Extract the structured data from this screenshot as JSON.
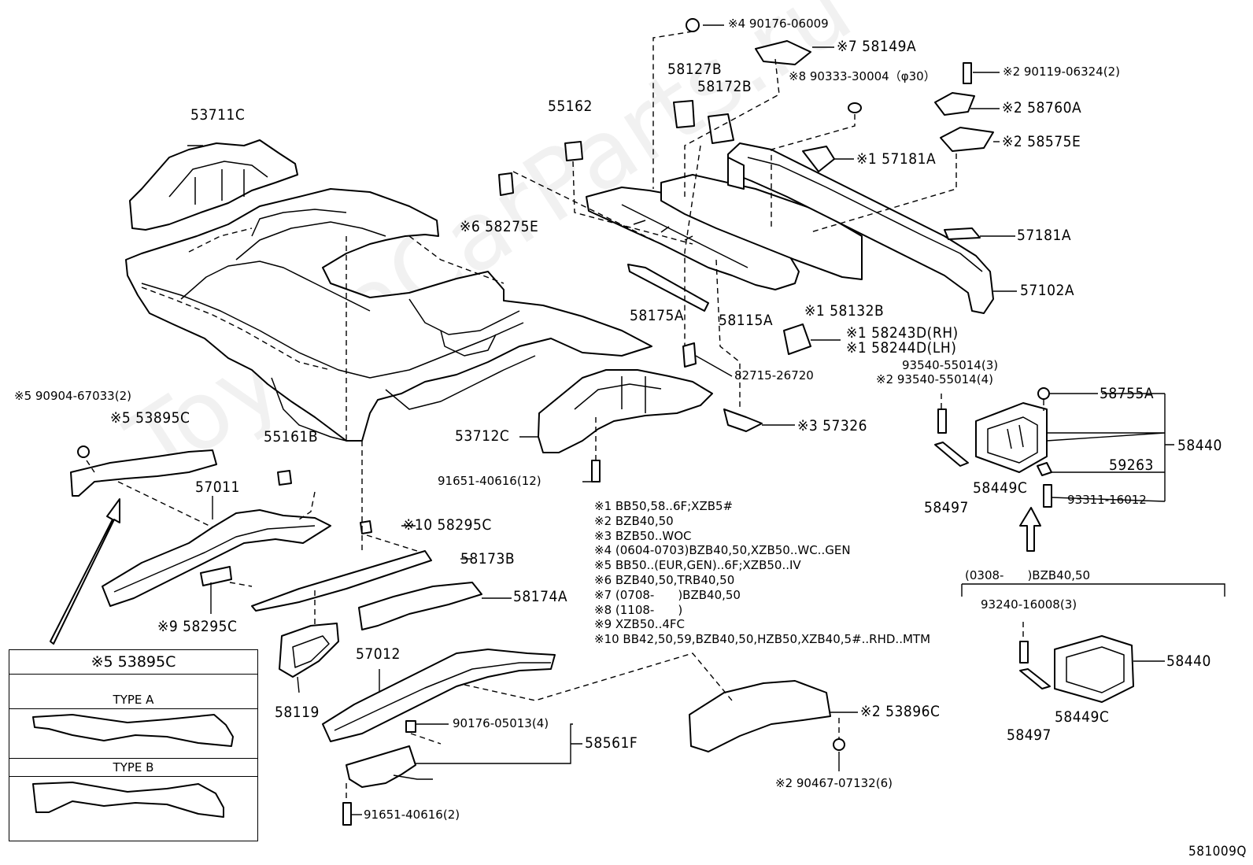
{
  "diagram_id": "581009Q",
  "watermark": "ToyotaCarParts.ru",
  "parts": {
    "p53711C": "53711C",
    "p55162": "55162",
    "p58127B": "58127B",
    "p58172B": "58172B",
    "p90176_06009": "※4 90176-06009",
    "p58149A": "※7 58149A",
    "p90333": "※8 90333-30004（φ30）",
    "p90119": "※2 90119-06324(2)",
    "p58760A": "※2 58760A",
    "p58575E": "※2 58575E",
    "p57181A_1": "※1 57181A",
    "p57181A_2": "57181A",
    "p57102A": "57102A",
    "p58275E": "※6 58275E",
    "p58175A": "58175A",
    "p58115A": "58115A",
    "p58132B": "※1 58132B",
    "p58243D": "※1 58243D(RH)",
    "p58244D": "※1 58244D(LH)",
    "p82715": "82715-26720",
    "p93540a": "93540-55014(3)",
    "p93540b": "※2 93540-55014(4)",
    "p90904": "※5 90904-67033(2)",
    "p53895C": "※5 53895C",
    "p55161B": "55161B",
    "p53712C": "53712C",
    "p57326": "※3 57326",
    "p58755A": "58755A",
    "p58440a": "58440",
    "p59263": "59263",
    "p58449Ca": "58449C",
    "p58497a": "58497",
    "p93311": "93311-16012",
    "p91651a": "91651-40616(12)",
    "p57011": "57011",
    "p58295C_10": "※10 58295C",
    "p58173B": "58173B",
    "p58174A": "58174A",
    "p58295C_9": "※9 58295C",
    "p57012": "57012",
    "p58119": "58119",
    "p90176_05013": "90176-05013(4)",
    "p58561F": "58561F",
    "p91651b": "91651-40616(2)",
    "p53896C": "※2 53896C",
    "p90467": "※2 90467-07132(6)",
    "p93240": "93240-16008(3)",
    "p58440b": "58440",
    "p58449Cb": "58449C",
    "p58497b": "58497"
  },
  "bracket_label": "(0308-　　)BZB40,50",
  "notes": [
    "※1 BB50,58..6F;XZB5#",
    "※2 BZB40,50",
    "※3 BZB50..WOC",
    "※4 (0604-0703)BZB40,50,XZB50..WC..GEN",
    "※5 BB50..(EUR,GEN)..6F;XZB50..IV",
    "※6 BZB40,50,TRB40,50",
    "※7 (0708-　　)BZB40,50",
    "※8 (1108-　　)",
    "※9 XZB50..4FC",
    "※10 BB42,50,59,BZB40,50,HZB50,XZB40,5#..RHD..MTM"
  ],
  "legend": {
    "title": "※5 53895C",
    "type_a": "TYPE A",
    "type_b": "TYPE B"
  }
}
